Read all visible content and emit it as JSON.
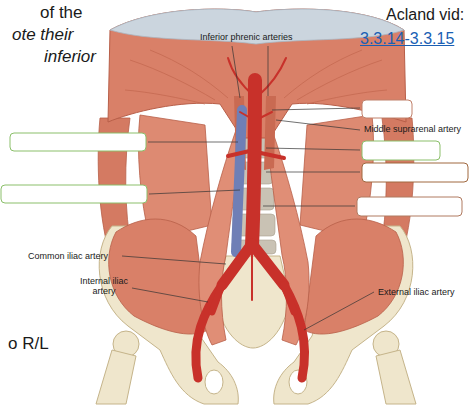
{
  "diagram": {
    "labels": [
      "of the",
      "ote their",
      "inferior",
      "o R/L",
      "Acland vid:",
      "3.3.14-3.3.15",
      "Inferior phrenic arteries",
      "Middle suprarenal artery",
      "Common iliac artery",
      "Internal iliac artery",
      "External iliac artery"
    ]
  }
}
